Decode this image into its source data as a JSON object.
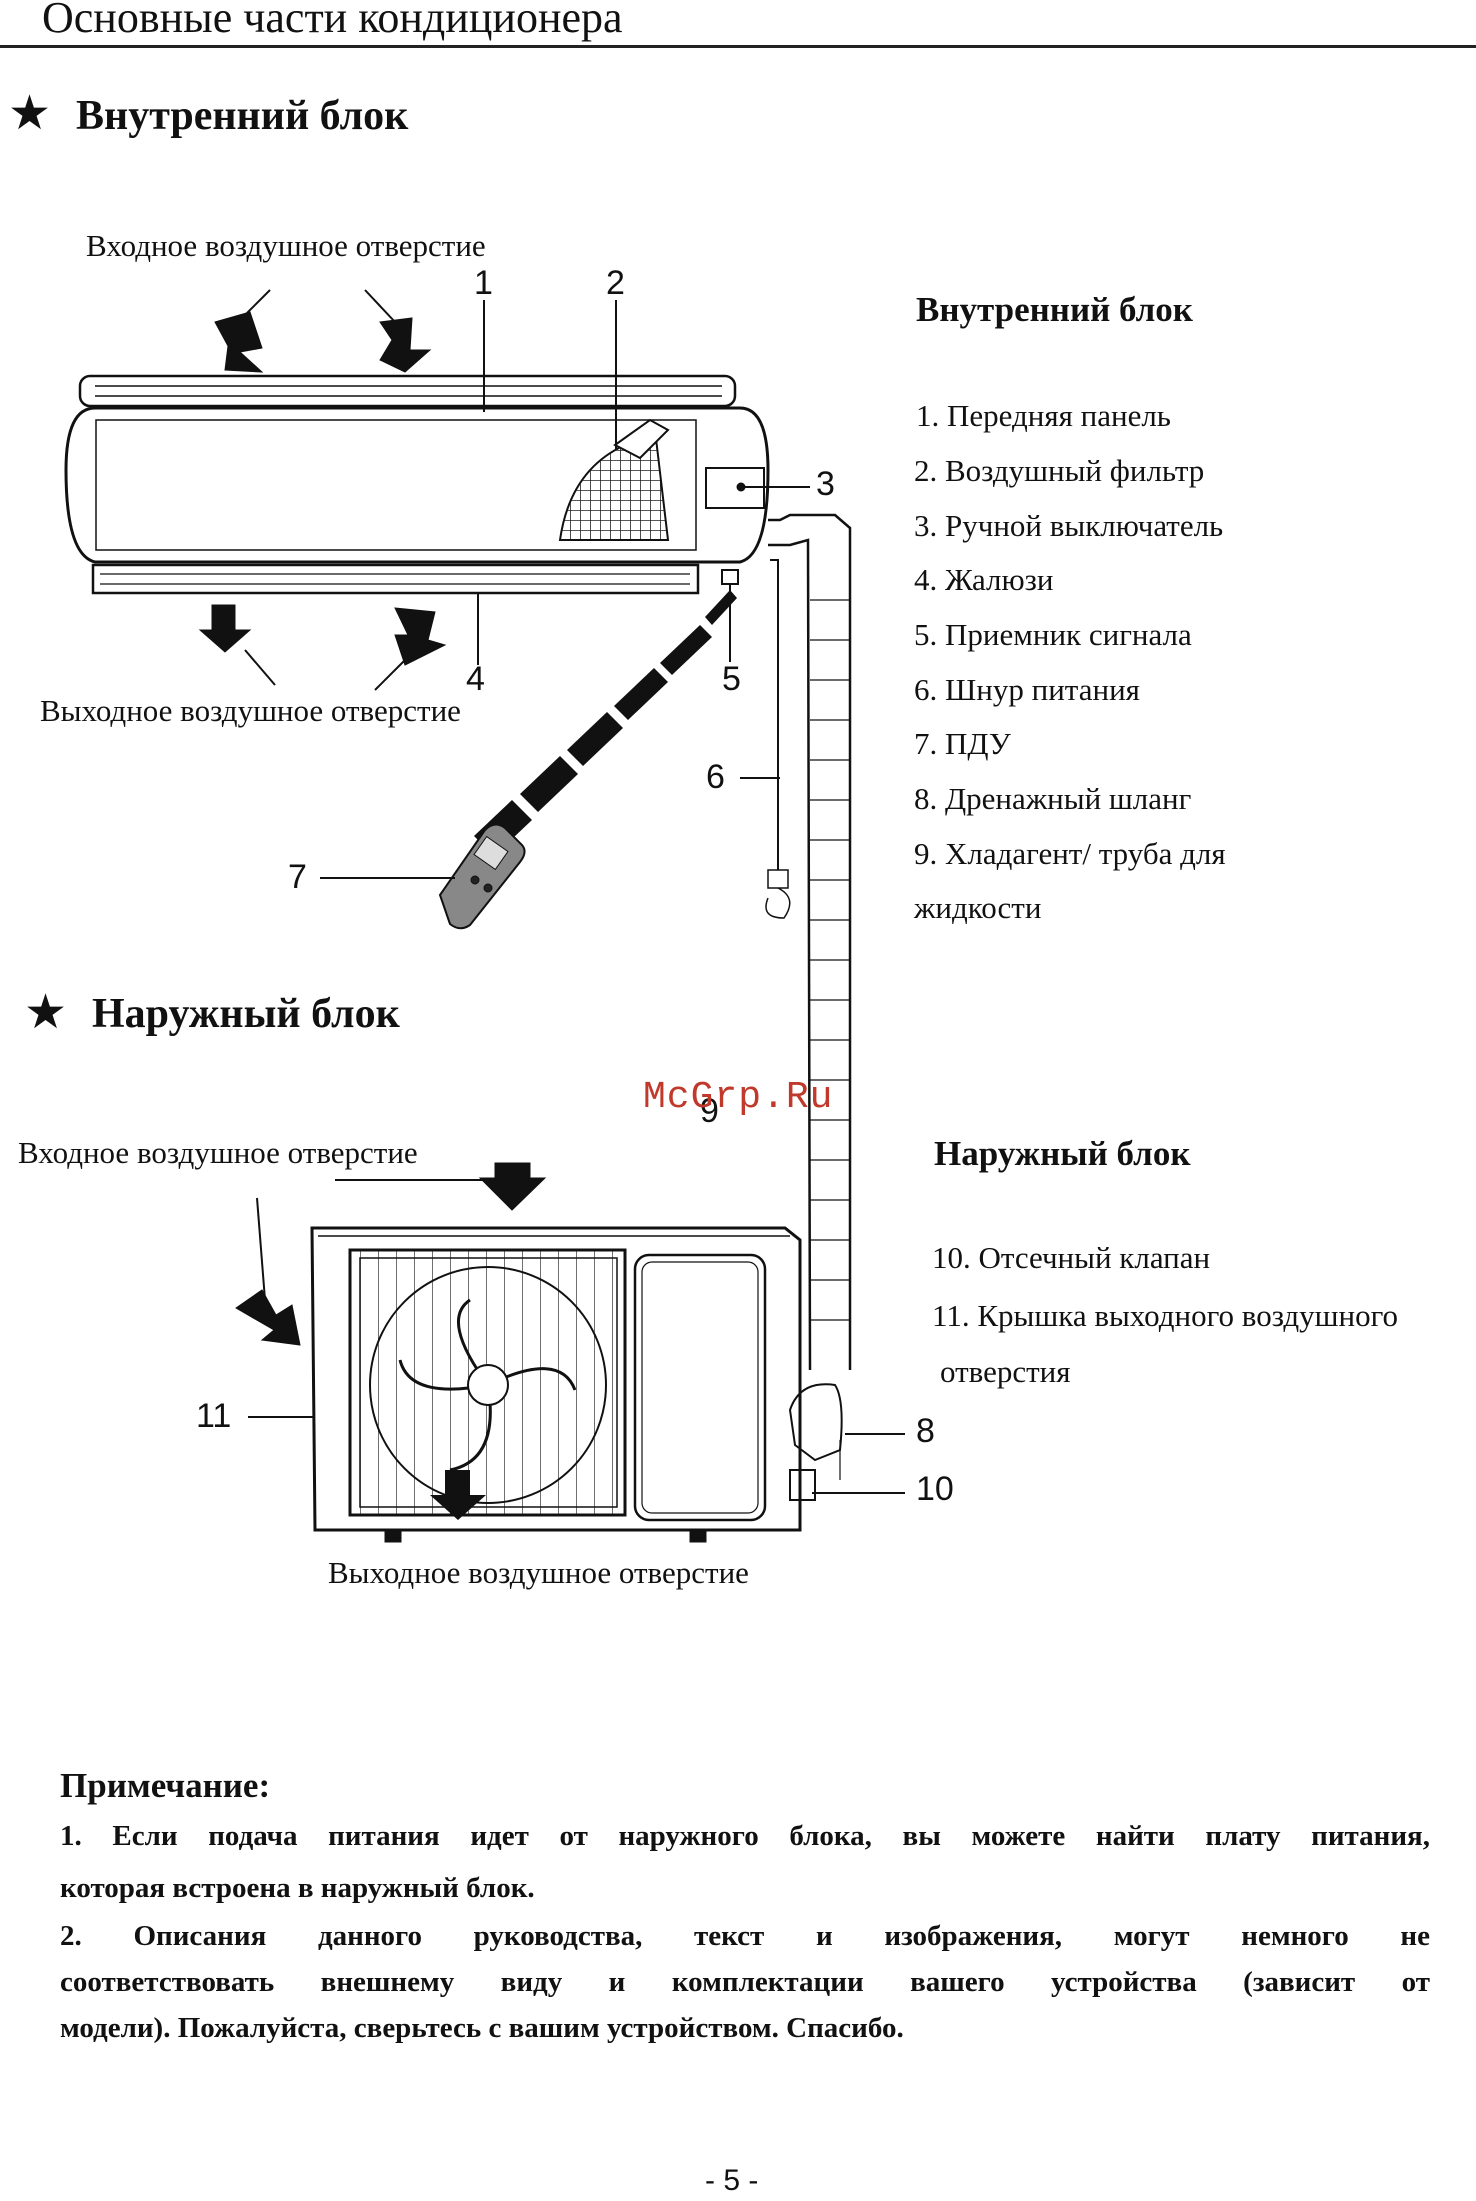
{
  "page": {
    "title": "Основные части кондиционера",
    "page_number": "- 5 -"
  },
  "indoor": {
    "heading": "Внутренний блок",
    "star": "★",
    "inlet_label": "Входное воздушное отверстие",
    "outlet_label": "Выходное воздушное отверстие",
    "callouts": [
      "1",
      "2",
      "3",
      "4",
      "5",
      "6",
      "7"
    ]
  },
  "outdoor": {
    "heading": "Наружный блок",
    "star": "★",
    "inlet_label": "Входное воздушное отверстие",
    "outlet_label": "Выходное воздушное отверстие",
    "callouts": [
      "8",
      "9",
      "10",
      "11"
    ]
  },
  "legend_indoor": {
    "title": "Внутренний блок",
    "items": [
      "1. Передняя панель",
      "2. Воздушный фильтр",
      "3. Ручной выключатель",
      "4. Жалюзи",
      "5. Приемник сигнала",
      "6. Шнур питания",
      "7. ПДУ",
      "8. Дренажный шланг",
      "9. Хладагент/ труба для",
      "жидкости"
    ]
  },
  "legend_outdoor": {
    "title": "Наружный блок",
    "items": [
      "10. Отсечный клапан",
      "11. Крышка выходного воздушного",
      "отверстия"
    ]
  },
  "watermark": "McGrp.Ru",
  "note": {
    "title": "Примечание:",
    "lines": [
      "1. Если подача питания идет от наружного блока, вы можете найти плату питания,",
      "которая встроена в наружный блок.",
      "2. Описания данного руководства, текст и изображения, могут немного не",
      "соответствовать внешнему виду и комплектации вашего устройства (зависит от",
      "модели). Пожалуйста, сверьтесь с вашим устройством. Спасибо."
    ]
  }
}
